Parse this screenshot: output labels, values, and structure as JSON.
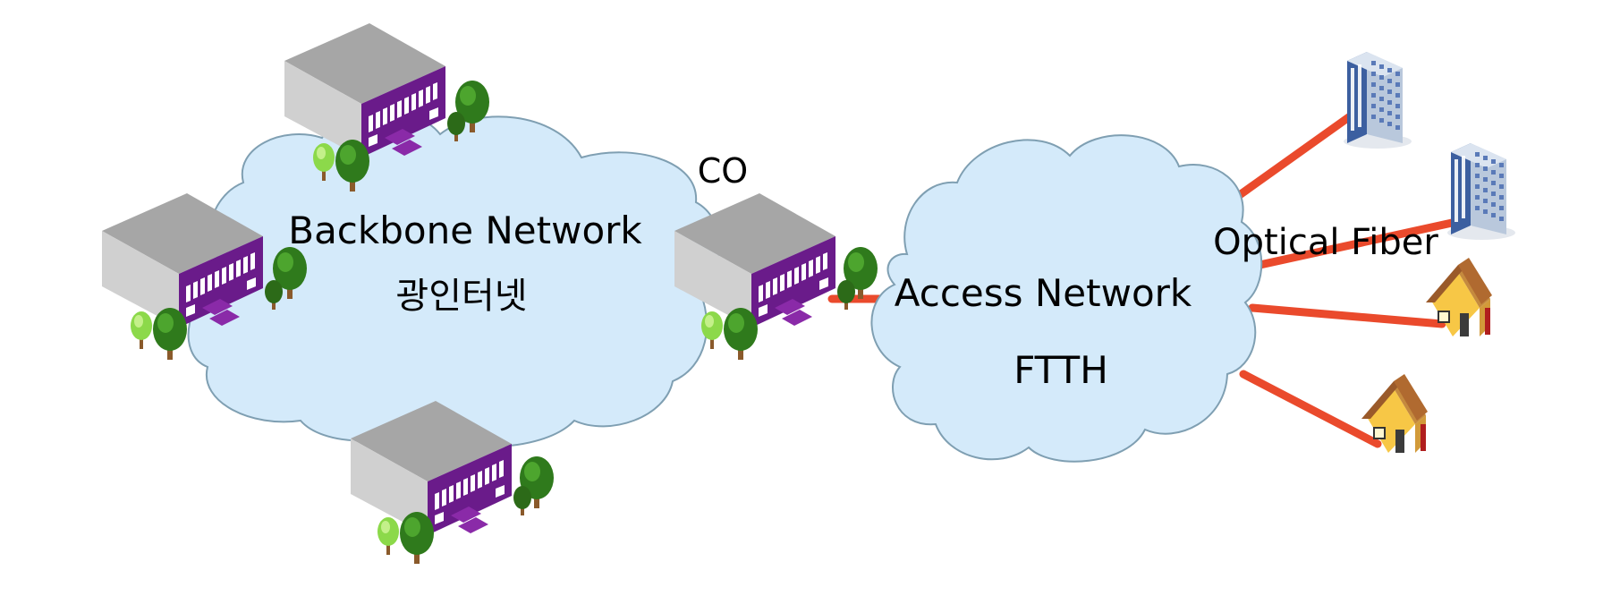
{
  "labels": {
    "backbone_title": "Backbone Network",
    "backbone_korean": "광인터넷",
    "co": "CO",
    "access_title": "Access Network",
    "access_sub": "FTTH",
    "fiber": "Optical Fiber"
  },
  "colors": {
    "cloud_fill": "#d4eafa",
    "cloud_stroke": "#7f9fb2",
    "fiber_line": "#ea4a2c",
    "building_roof": "#a6a6a6",
    "building_side": "#d0d0d0",
    "building_front": "#6a1b8a",
    "tower": "#3c5fa0",
    "house_wall": "#f7c746",
    "house_roof": "#9a5a2a"
  },
  "icons": [
    "office-building-icon",
    "apartment-tower-icon",
    "house-icon",
    "tree-icon"
  ]
}
